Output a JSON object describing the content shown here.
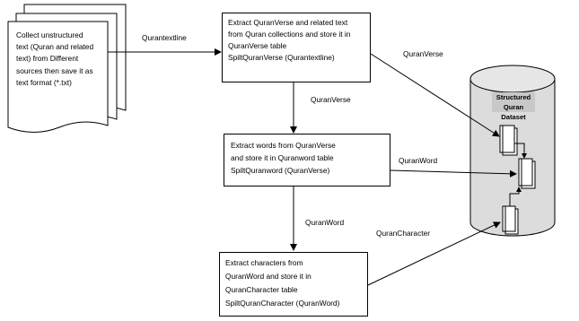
{
  "documents": {
    "lines": [
      "Collect unstructured",
      "text (Quran and related",
      "text) from Different",
      "sources then save it as",
      "text format (*.txt)"
    ]
  },
  "steps": [
    {
      "lines": [
        "Extract QuranVerse and related text",
        "from Quran collections and store it in",
        "QuranVerse table",
        "SpiltQuranVerse (Qurantextline)"
      ]
    },
    {
      "lines": [
        "Extract words from  QuranVerse",
        "and store it in Quranword table",
        "SpiltQuranword (QuranVerse)"
      ]
    },
    {
      "lines": [
        "Extract characters from",
        "QuranWord and store it in",
        "QuranCharacter table",
        "SpiltQuranCharacter (QuranWord)"
      ]
    }
  ],
  "database": {
    "title_line1": "Structured",
    "title_line2": "Quran Dataset"
  },
  "edges": {
    "docs_to_step1": "Qurantextline",
    "step1_to_step2": "QuranVerse",
    "step2_to_step3": "QuranWord",
    "step1_to_db": "QuranVerse",
    "step2_to_db": "QuranWord",
    "step3_to_db": "QuranCharacter"
  },
  "colors": {
    "line": "#000000",
    "cylinder_fill": "#dcdcdc",
    "db_label_fill": "#c8c8c8"
  }
}
